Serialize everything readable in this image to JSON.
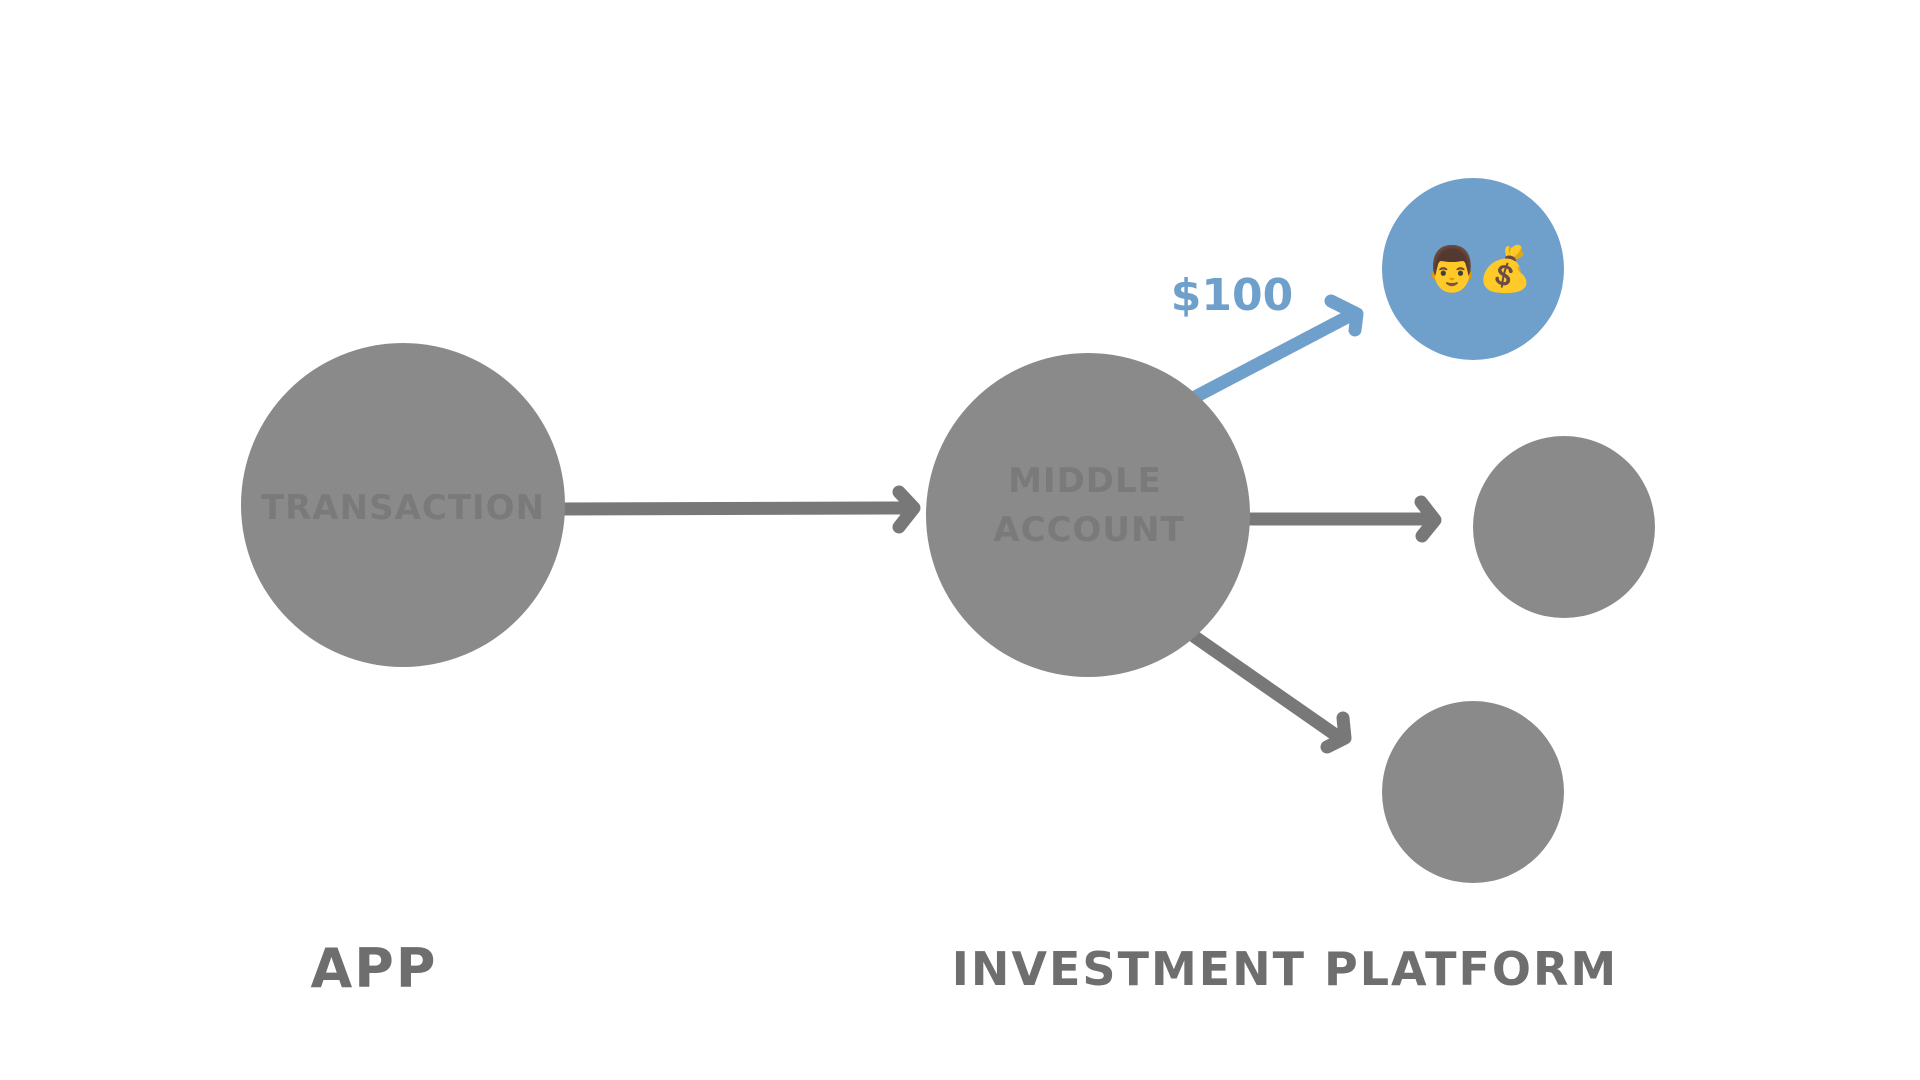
{
  "nodes": {
    "transaction": {
      "label": "TRANSACTION"
    },
    "middle_account": {
      "label_line1": "MIDDLE",
      "label_line2": "ACCOUNT"
    },
    "investor": {
      "emoji_person": "👨",
      "emoji_money": "💰"
    }
  },
  "flows": {
    "investor_amount": "$100"
  },
  "sections": {
    "app": "APP",
    "investment_platform": "INVESTMENT PLATFORM"
  },
  "colors": {
    "node_gray": "#8a8a8a",
    "arrow_gray": "#787878",
    "highlight_blue": "#6fa0cb",
    "label_dark": "#7a7a7a"
  },
  "icons": [
    "person-emoji-icon",
    "money-bag-icon",
    "arrow-head-icon"
  ]
}
